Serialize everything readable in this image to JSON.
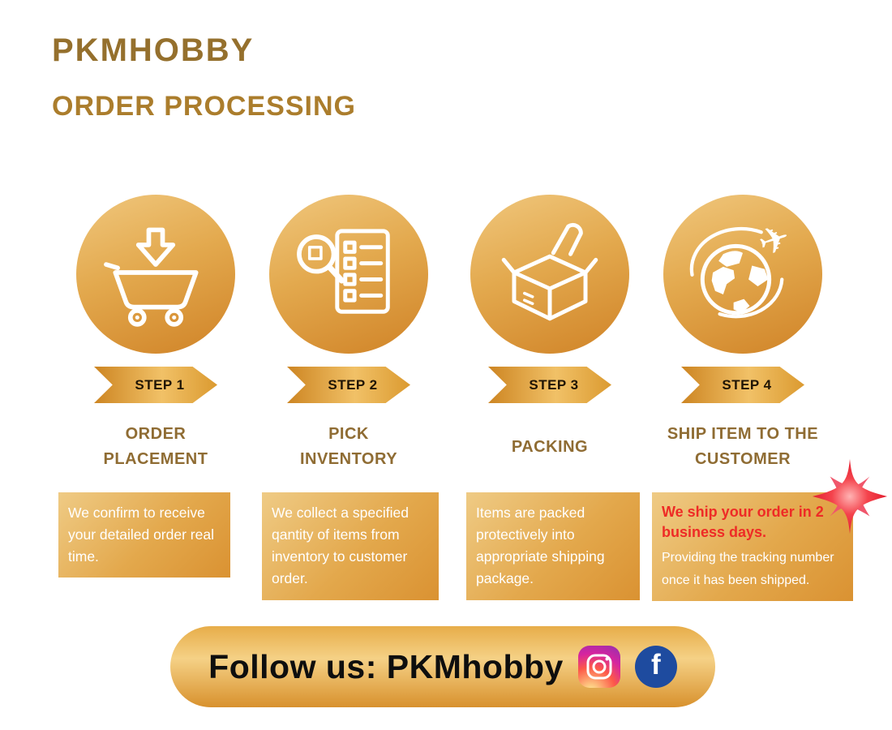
{
  "header": {
    "brand": "PKMHOBBY",
    "title": "ORDER PROCESSING"
  },
  "steps": [
    {
      "badge": "STEP 1",
      "title": "ORDER PLACEMENT",
      "description": "We confirm to receive your detailed order real time.",
      "icon": "cart-download-icon"
    },
    {
      "badge": "STEP 2",
      "title": "PICK INVENTORY",
      "description": "We collect a specified qantity of items from inventory to customer order.",
      "icon": "pick-inventory-icon"
    },
    {
      "badge": "STEP 3",
      "title": "PACKING",
      "description": "Items are packed protectively into appropriate shipping package.",
      "icon": "packing-box-icon"
    },
    {
      "badge": "STEP 4",
      "title": "SHIP ITEM TO THE CUSTOMER",
      "description_highlight": "We ship your order in 2 business days.",
      "description": "Providing the tracking number once it has been shipped.",
      "icon": "globe-plane-icon"
    }
  ],
  "footer": {
    "text": "Follow us: PKMhobby",
    "facebook_glyph": "f"
  },
  "colors": {
    "brand_text": "#95702d",
    "heading_text": "#ab7d2c",
    "step_title_text": "#8f6c33",
    "gold_dark": "#cd8522",
    "gold_light": "#f1c167",
    "highlight_red": "#ee2b26",
    "facebook_blue": "#1e4b9f",
    "text_on_gold": "#ffffff"
  }
}
